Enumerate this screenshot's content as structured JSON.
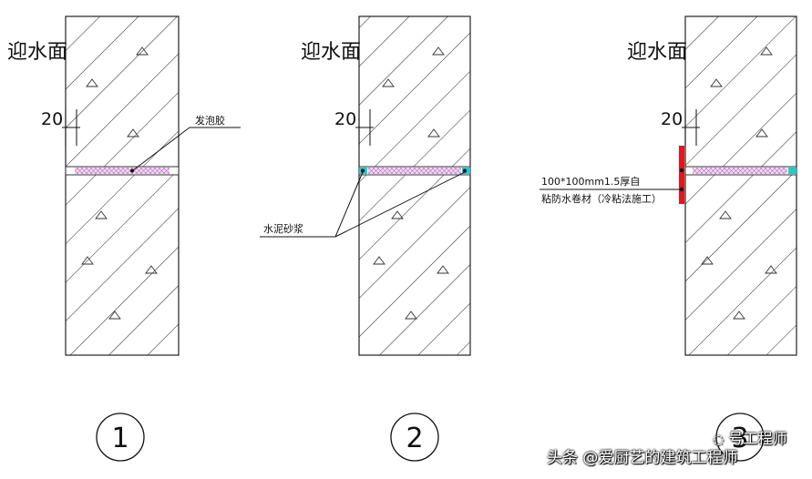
{
  "panels": [
    {
      "water_face": "迎水面",
      "dim": "20",
      "callouts": [
        "发泡胶"
      ],
      "number": "1"
    },
    {
      "water_face": "迎水面",
      "dim": "20",
      "callouts": [
        "水泥砂浆"
      ],
      "number": "2"
    },
    {
      "water_face": "迎水面",
      "dim": "20",
      "callouts": [
        "100*100mm1.5厚自",
        "粘防水卷材（冷粘法施工）"
      ],
      "number": "3"
    }
  ],
  "watermark": {
    "text": "头条 @爱厨艺的建筑工程师",
    "badge": "号工程师"
  },
  "colors": {
    "foam": "#c8a0d8",
    "mortar_seal": "#2ec4c8",
    "membrane": "#e8141c"
  }
}
